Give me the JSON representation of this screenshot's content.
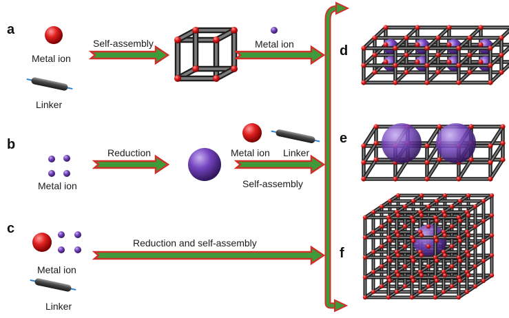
{
  "panels": {
    "a": "a",
    "b": "b",
    "c": "c",
    "d": "d",
    "e": "e",
    "f": "f"
  },
  "row_a": {
    "metal_ion": "Metal ion",
    "linker": "Linker",
    "arrow1": "Self-assembly",
    "arrow2": "Metal ion"
  },
  "row_b": {
    "metal_ion": "Metal ion",
    "arrow1": "Reduction",
    "metal_ion2": "Metal ion",
    "linker": "Linker",
    "arrow2": "Self-assembly"
  },
  "row_c": {
    "metal_ion": "Metal ion",
    "linker": "Linker",
    "arrow": "Reduction and self-assembly"
  },
  "colors": {
    "arrow_fill": "#3f9a3a",
    "arrow_outline": "#d0302a",
    "metal_red": "#d11c1c",
    "nanoparticle_purple": "#6a3fa8",
    "rod_gray": "#555555",
    "linker_tip": "#2b7fd4"
  }
}
